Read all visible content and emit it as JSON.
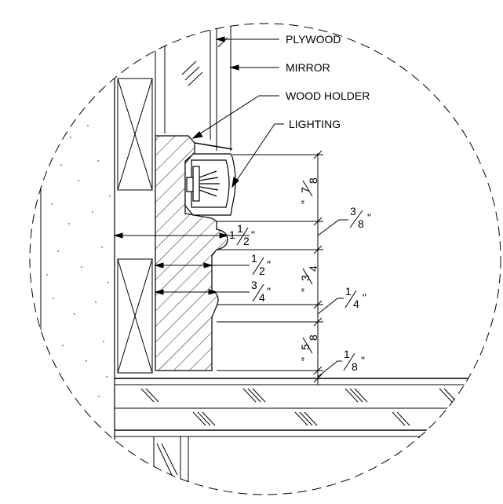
{
  "drawing": {
    "callouts": {
      "plywood": "PLYWOOD",
      "mirror": "MIRROR",
      "wood_holder": "WOOD HOLDER",
      "lighting": "LIGHTING"
    },
    "dimensions": {
      "d_7_8": {
        "num": "7",
        "den": "8",
        "mark": "\""
      },
      "d_3_8": {
        "num": "3",
        "den": "8",
        "mark": "\""
      },
      "d_1_1_2": {
        "whole": "1",
        "num": "1",
        "den": "2",
        "mark": "\""
      },
      "d_1_2": {
        "num": "1",
        "den": "2",
        "mark": "\""
      },
      "d_3_4a": {
        "num": "3",
        "den": "4",
        "mark": "\""
      },
      "d_3_4b": {
        "num": "3",
        "den": "4",
        "mark": "\""
      },
      "d_1_4": {
        "num": "1",
        "den": "4",
        "mark": "\""
      },
      "d_5_8": {
        "num": "5",
        "den": "8",
        "mark": "\""
      },
      "d_1_8": {
        "num": "1",
        "den": "8",
        "mark": "\""
      }
    }
  }
}
